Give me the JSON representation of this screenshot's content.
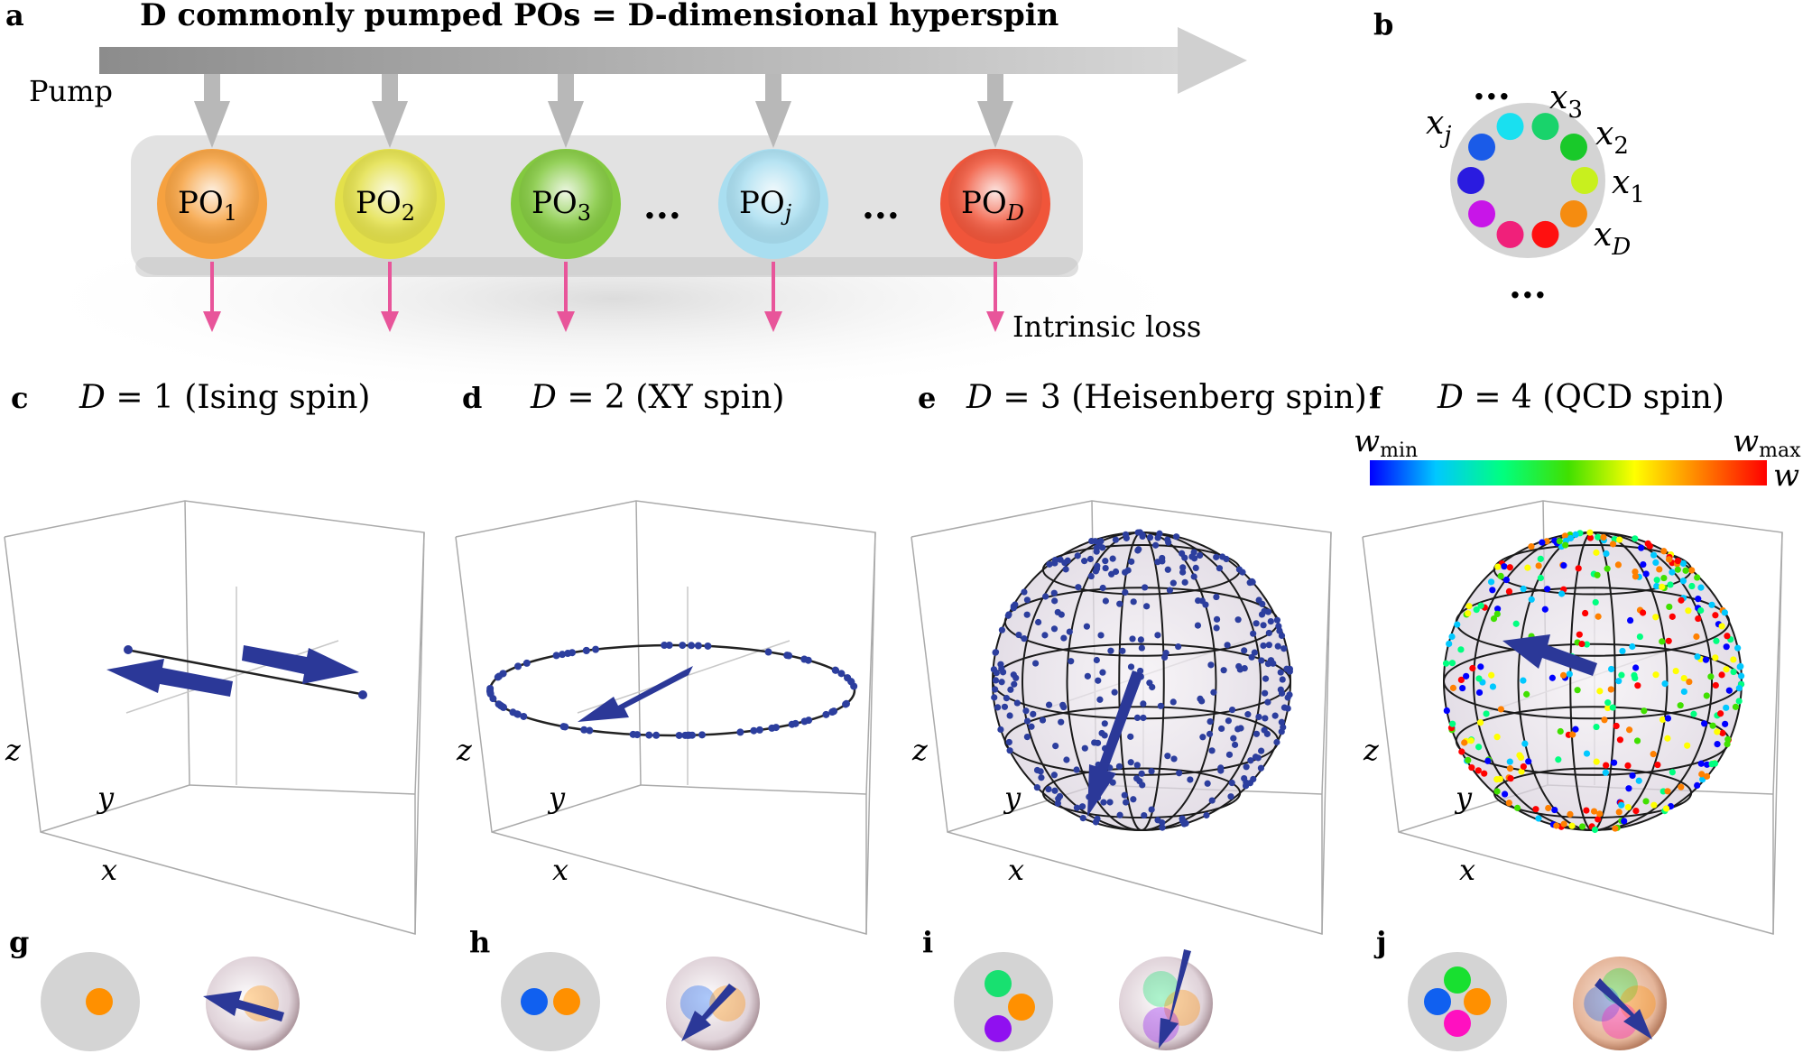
{
  "panel_a": {
    "letter": "a",
    "title": "D commonly pumped POs = D-dimensional hyperspin",
    "pump_label": "Pump",
    "dots": "...",
    "loss_label": "Intrinsic loss",
    "oscillators": [
      {
        "base": "PO",
        "sub": "1",
        "color": "#f6a13f"
      },
      {
        "base": "PO",
        "sub": "2",
        "color": "#e3e04a"
      },
      {
        "base": "PO",
        "sub": "3",
        "color": "#83c93f"
      },
      {
        "base": "PO",
        "sub": "j",
        "color": "#a9def0"
      },
      {
        "base": "PO",
        "sub": "D",
        "color": "#f0553a"
      }
    ]
  },
  "panel_b": {
    "letter": "b",
    "dots": "...",
    "labels": [
      {
        "base": "x",
        "sub": "3"
      },
      {
        "base": "x",
        "sub": "2"
      },
      {
        "base": "x",
        "sub": "1"
      },
      {
        "base": "x",
        "sub": "D"
      },
      {
        "base": "x",
        "sub": "j"
      }
    ],
    "dot_colors": [
      "#19d36b",
      "#19c92a",
      "#c8f01e",
      "#f58c10",
      "#ff1010",
      "#f0207a",
      "#c815e8",
      "#2a1be0",
      "#1a5be8",
      "#19e0f0"
    ]
  },
  "spin_panels": [
    {
      "letter": "c",
      "caption_var": "D",
      "caption_rest": " = 1 (Ising spin)",
      "dim": 1
    },
    {
      "letter": "d",
      "caption_var": "D",
      "caption_rest": " = 2 (XY spin)",
      "dim": 2
    },
    {
      "letter": "e",
      "caption_var": "D",
      "caption_rest": " = 3 (Heisenberg spin)",
      "dim": 3
    },
    {
      "letter": "f",
      "caption_var": "D",
      "caption_rest": " = 4 (QCD spin)",
      "dim": 4
    }
  ],
  "axes": {
    "x": "x",
    "y": "y",
    "z": "z"
  },
  "colorbar": {
    "min_label": "w",
    "min_sub": "min",
    "max_label": "w",
    "max_sub": "max",
    "var": "w",
    "colors": [
      "#0000ff",
      "#00c8ff",
      "#00ff80",
      "#40e000",
      "#ffff00",
      "#ff8000",
      "#ff0000"
    ]
  },
  "bottom_panels": [
    {
      "letter": "g",
      "dot_colors": [
        "#ff9000"
      ]
    },
    {
      "letter": "h",
      "dot_colors": [
        "#1060f0",
        "#ff9000"
      ]
    },
    {
      "letter": "i",
      "dot_colors": [
        "#18e070",
        "#ff9000",
        "#9010f0"
      ]
    },
    {
      "letter": "j",
      "dot_colors": [
        "#18e030",
        "#1060f0",
        "#ff9000",
        "#ff10c0"
      ]
    }
  ]
}
